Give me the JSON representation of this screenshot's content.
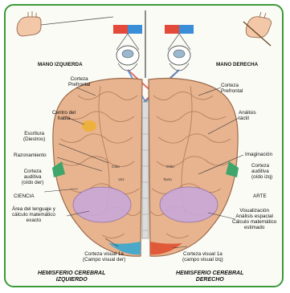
{
  "labels": {
    "mano_izquierda": "MANO IZQUIERDA",
    "mano_derecha": "MANO DERECHA",
    "corteza_prefrontal_left": "Corteza\nPrefrontal",
    "corteza_prefrontal_right": "Corteza\nPrefrontal",
    "centro_habla": "Centro del\nhabla",
    "escritura": "Escritura\n(Diestros)",
    "razonamiento": "Razonamiento",
    "corteza_auditiva_left": "Corteza\nauditiva\n(oído der)",
    "ciencia": "CIENCIA",
    "area_lenguaje": "Área del lenguaje y\ncálculo matemático\nexacto",
    "corteza_visual_left": "Corteza visual 1a\n(Campo visual der)",
    "analisis_tactil": "Análisis\ntáctil",
    "imaginacion": "Imaginación",
    "corteza_auditiva_right": "Corteza\nauditiva\n(oído izq)",
    "arte": "ARTE",
    "visualizacion": "Visualización\nAnálisis espacial\nCálculo matemático\nestimado",
    "corteza_visual_right": "Corteza visual 1a\n(campo visual izq)",
    "hemisferio_izq": "HEMISFERIO CEREBRAL\nIZQUIERDO",
    "hemisferio_der": "HEMISFERIO CEREBRAL\nDERECHO"
  },
  "inner_labels": {
    "l1": "Oído",
    "l2": "Voz",
    "r1": "Oído",
    "r2": "Tacto"
  },
  "colors": {
    "frame": "#3a9a3a",
    "brain": "#e8b48f",
    "brain_dark": "#c98c68",
    "temporal": "#c9a8d8",
    "visual_left": "#4aa8c8",
    "visual_right": "#e05a3a",
    "speech": "#f0b030",
    "auditory": "#3fa56a",
    "eye_red": "#e34a3a",
    "eye_blue": "#3a8ed8"
  }
}
